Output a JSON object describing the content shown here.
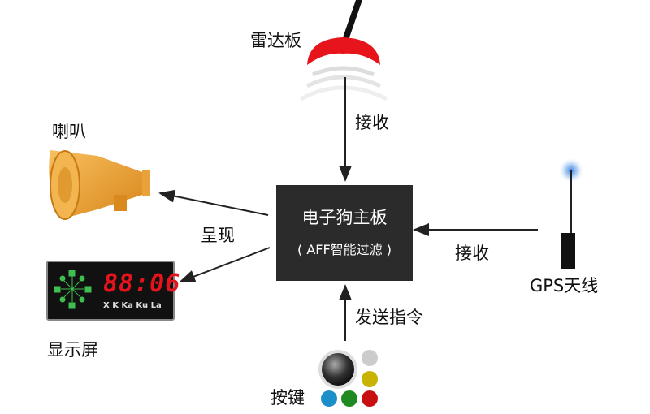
{
  "center_box": {
    "title": "电子狗主板",
    "subtitle": "( AFF智能过滤 )"
  },
  "nodes": {
    "radar": "雷达板",
    "speaker": "喇叭",
    "display": "显示屏",
    "gps": "GPS天线",
    "buttons": "按键"
  },
  "edges": {
    "radar_receive": "接收",
    "gps_receive": "接收",
    "present": "呈现",
    "send_command": "发送指令"
  },
  "display_panel": {
    "digits": "88:06",
    "bands": "X K Ka Ku La"
  },
  "colors": {
    "box": "#2b2b2b",
    "radar": "#e8141c",
    "speaker": "#f0a030",
    "digits": "#e5141c",
    "gps_glow": "#3b7fe0"
  }
}
